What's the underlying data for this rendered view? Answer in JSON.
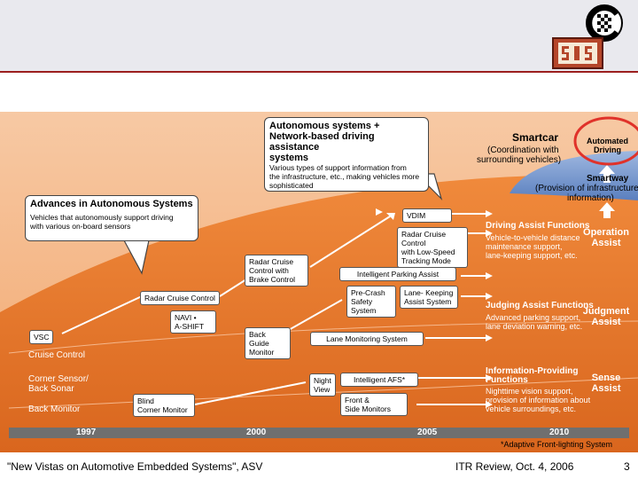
{
  "footer": {
    "left_text": "\"New Vistas on Automotive Embedded Systems\", ASV",
    "mid_text": "ITR Review, Oct. 4, 2006",
    "page_number": "3"
  },
  "colors": {
    "orange_light": "#f5a56a",
    "orange_dark": "#e57a2e",
    "blue_dome": "#6d8fc8",
    "header_line": "#9c1f1f",
    "highlight_circle": "#e0322a"
  },
  "callouts": {
    "network": {
      "title_line1": "Autonomous systems +",
      "title_line2": "Network-based driving assistance",
      "title_line3": "systems",
      "body_line1": "Various types of support information from",
      "body_line2": "the infrastructure, etc., making vehicles more",
      "body_line3": "sophisticated"
    },
    "advances": {
      "title": "Advances in Autonomous Systems",
      "body_line1": "Vehicles that autonomously support driving",
      "body_line2": "with various on-board sensors"
    }
  },
  "top_right": {
    "smartcar": "Smartcar",
    "smartcar_sub1": "(Coordination with",
    "smartcar_sub2": "surrounding vehicles)",
    "automated1": "Automated",
    "automated2": "Driving",
    "smartway": "Smartway",
    "smartway_sub1": "(Provision of infrastructure",
    "smartway_sub2": "information)"
  },
  "systems": {
    "vsc": "VSC",
    "cruise_control": "Cruise Control",
    "corner_sensor1": "Corner Sensor/",
    "corner_sensor2": "Back Sonar",
    "back_monitor": "Back Monitor",
    "radar_cruise": "Radar Cruise Control",
    "navi1": "NAVI •",
    "navi2": "A-SHIFT",
    "blind1": "Blind",
    "blind2": "Corner Monitor",
    "radar_brake1": "Radar Cruise",
    "radar_brake2": "Control with",
    "radar_brake3": "Brake Control",
    "back_guide1": "Back Guide",
    "back_guide2": "Monitor",
    "night1": "Night",
    "night2": "View",
    "vdim": "VDIM",
    "radar_low1": "Radar Cruise Control",
    "radar_low2": "with Low-Speed",
    "radar_low3": "Tracking Mode",
    "parking": "Intelligent Parking Assist",
    "precrash1": "Pre-Crash",
    "precrash2": "Safety System",
    "lanekeep1": "Lane- Keeping",
    "lanekeep2": "Assist System",
    "lane_monitor": "Lane Monitoring System",
    "afs": "Intelligent AFS*",
    "front_side1": "Front &",
    "front_side2": "Side Monitors"
  },
  "functions": {
    "driving": {
      "title": "Driving Assist Functions",
      "l1": "Vehicle-to-vehicle distance",
      "l2": "maintenance  support,",
      "l3": "lane-keeping support, etc."
    },
    "judging": {
      "title": "Judging Assist Functions",
      "l1": "Advanced parking support,",
      "l2": "lane deviation warning, etc."
    },
    "info": {
      "title1": "Information-Providing",
      "title2": "Functions",
      "l1": "Nighttime vision  support,",
      "l2": "provision of information about",
      "l3": "vehicle surroundings, etc."
    }
  },
  "assists": {
    "operation1": "Operation",
    "operation2": "Assist",
    "judgment1": "Judgment",
    "judgment2": "Assist",
    "sense1": "Sense",
    "sense2": "Assist"
  },
  "timeline": {
    "y1997": "1997",
    "y2000": "2000",
    "y2005": "2005",
    "y2010": "2010"
  },
  "footnote": "*Adaptive Front-lighting System"
}
